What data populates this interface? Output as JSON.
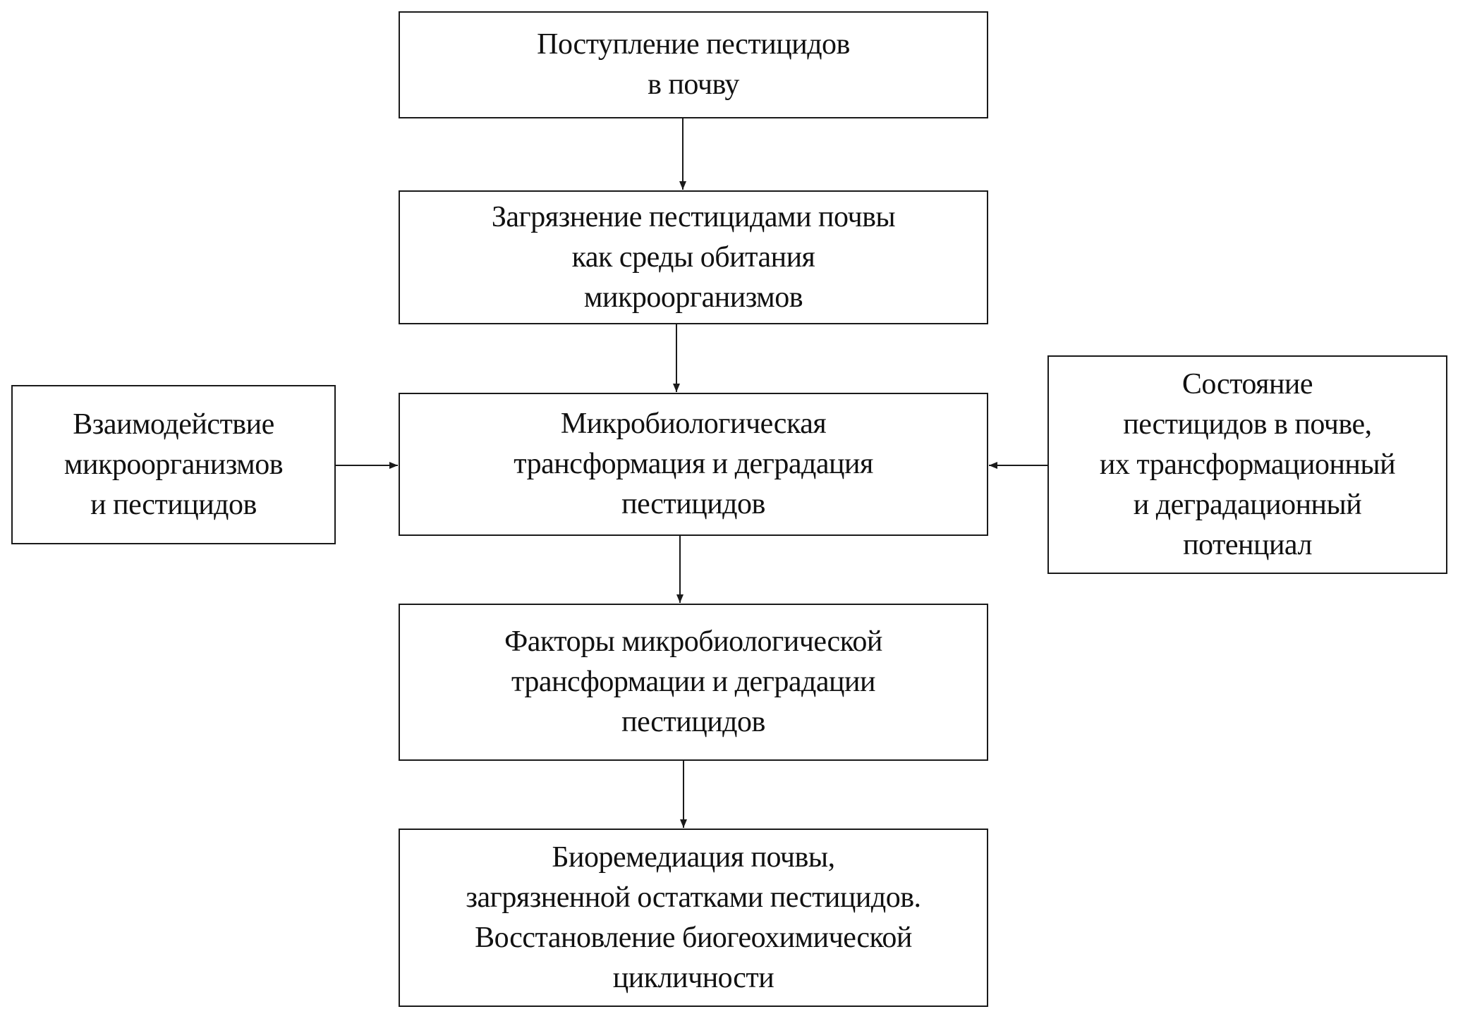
{
  "diagram": {
    "type": "flowchart",
    "language": "ru",
    "nodes": [
      {
        "id": "intake",
        "text": "Поступление пестицидов\nв почву"
      },
      {
        "id": "contamination",
        "text": "Загрязнение пестицидами почвы\nкак среды обитания\nмикроорганизмов"
      },
      {
        "id": "transformation",
        "text": "Микробиологическая\nтрансформация и деградация\nпестицидов"
      },
      {
        "id": "interaction",
        "text": "Взаимодействие\nмикроорганизмов\nи пестицидов"
      },
      {
        "id": "state",
        "text": "Состояние\nпестицидов в почве,\nих трансформационный\nи деградационный\nпотенциал"
      },
      {
        "id": "factors",
        "text": "Факторы микробиологической\nтрансформации и деградации\nпестицидов"
      },
      {
        "id": "bioremediation",
        "text": "Биоремедиация почвы,\nзагрязненной остатками пестицидов.\nВосстановление биогеохимической\nцикличности"
      }
    ],
    "edges": [
      {
        "from": "intake",
        "to": "contamination"
      },
      {
        "from": "contamination",
        "to": "transformation"
      },
      {
        "from": "interaction",
        "to": "transformation"
      },
      {
        "from": "state",
        "to": "transformation"
      },
      {
        "from": "transformation",
        "to": "factors"
      },
      {
        "from": "factors",
        "to": "bioremediation"
      }
    ],
    "colors": {
      "line": "#1a1a1a",
      "text": "#111111",
      "background": "#ffffff"
    }
  }
}
